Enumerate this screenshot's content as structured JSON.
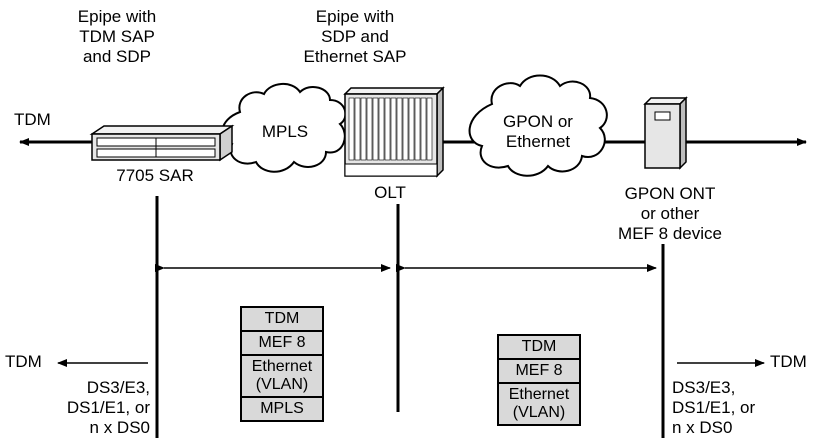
{
  "labels": {
    "epipe_tdm": [
      "Epipe with",
      "TDM SAP",
      "and SDP"
    ],
    "epipe_sdp": [
      "Epipe with",
      "SDP and",
      "Ethernet SAP"
    ],
    "tdm_top": "TDM",
    "sar": "7705 SAR",
    "mpls_cloud": "MPLS",
    "olt": "OLT",
    "gpon_cloud": [
      "GPON or",
      "Ethernet"
    ],
    "ont": [
      "GPON ONT",
      "or other",
      "MEF 8 device"
    ],
    "tdm_left": "TDM",
    "tdm_right": "TDM",
    "ds_left": [
      "DS3/E3,",
      "DS1/E1, or",
      "n x DS0"
    ],
    "ds_right": [
      "DS3/E3,",
      "DS1/E1, or",
      "n x DS0"
    ]
  },
  "stack_left": [
    "TDM",
    "MEF 8",
    "Ethernet (VLAN)",
    "MPLS"
  ],
  "stack_right": [
    "TDM",
    "MEF 8",
    "Ethernet (VLAN)"
  ],
  "colors": {
    "line": "#000000",
    "cloud_fill": "#ffffff",
    "box_fill": "#d9d9d9",
    "device_fill": "#e6e6e6"
  }
}
